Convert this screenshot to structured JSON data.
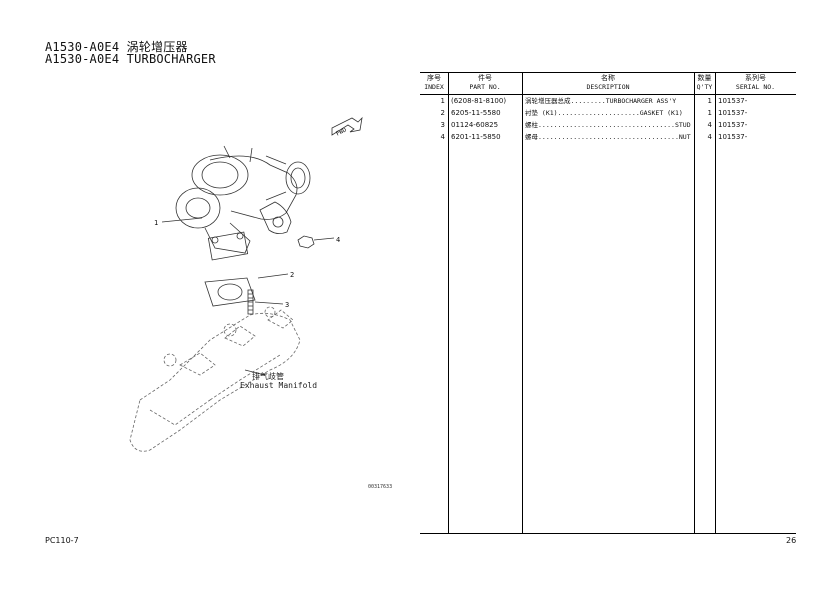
{
  "title_cn": "A1530-A0E4 涡轮增压器",
  "title_en": "A1530-A0E4 TURBOCHARGER",
  "diagram": {
    "callouts": [
      "1",
      "2",
      "3",
      "4"
    ],
    "fwd_label": "FWD",
    "manifold_cn": "排气歧管",
    "manifold_en": "Exhaust Manifold",
    "figure_code": "00317633"
  },
  "table": {
    "headers": [
      {
        "cn": "序号",
        "en": "INDEX"
      },
      {
        "cn": "件号",
        "en": "PART NO."
      },
      {
        "cn": "名称",
        "en": "DESCRIPTION"
      },
      {
        "cn": "数量",
        "en": "Q'TY"
      },
      {
        "cn": "系列号",
        "en": "SERIAL NO."
      }
    ],
    "rows": [
      {
        "index": "1",
        "part_no": "(6208-81-8100)",
        "description": "涡轮增压器总成.........TURBOCHARGER ASS'Y",
        "qty": "1",
        "serial": "101537-"
      },
      {
        "index": "2",
        "part_no": "6205-11-5580",
        "description": "衬垫 (K1).....................GASKET (K1)",
        "qty": "1",
        "serial": "101537-"
      },
      {
        "index": "3",
        "part_no": "01124-60825",
        "description": "螺柱...................................STUD",
        "qty": "4",
        "serial": "101537-"
      },
      {
        "index": "4",
        "part_no": "6201-11-5850",
        "description": "螺母....................................NUT",
        "qty": "4",
        "serial": "101537-"
      }
    ]
  },
  "footer": {
    "model": "PC110-7",
    "page": "26"
  }
}
